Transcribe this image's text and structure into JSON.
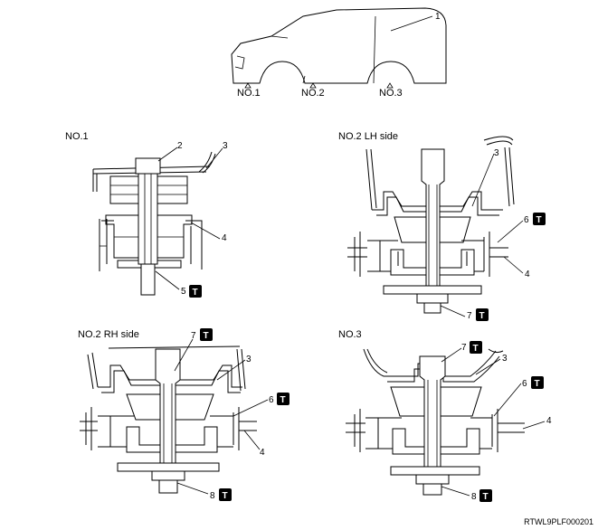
{
  "vehicle": {
    "callout": "1",
    "points": [
      "NO.1",
      "NO.2",
      "NO.3"
    ]
  },
  "sections": {
    "no1": {
      "title": "NO.1"
    },
    "no2lh": {
      "title": "NO.2 LH side"
    },
    "no2rh": {
      "title": "NO.2 RH side"
    },
    "no3": {
      "title": "NO.3"
    }
  },
  "callouts": {
    "c1": "2",
    "c2": "3",
    "c3": "4",
    "c4": "5",
    "c5": "3",
    "c6": "6",
    "c7": "4",
    "c8": "7",
    "c9": "7",
    "c10": "3",
    "c11": "6",
    "c12": "4",
    "c13": "8",
    "c14": "7",
    "c15": "3",
    "c16": "6",
    "c17": "4",
    "c18": "8"
  },
  "torque_symbol": "T",
  "image_code": "RTWL9PLF000201"
}
